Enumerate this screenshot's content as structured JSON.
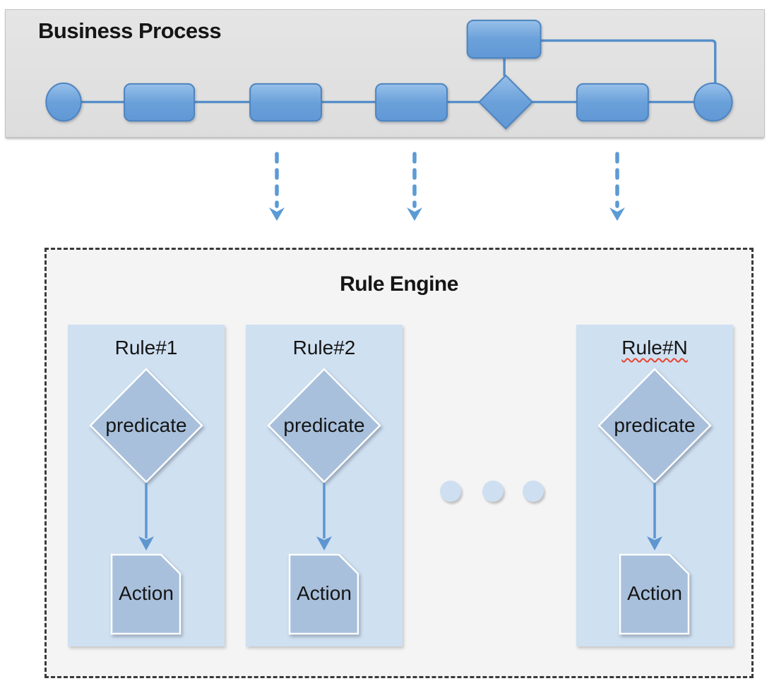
{
  "business_process": {
    "title": "Business Process",
    "flow_shapes": [
      "start-event-circle",
      "task",
      "task",
      "task",
      "decision-diamond",
      "task",
      "end-event-circle"
    ],
    "branch_shape": "task-above-decision"
  },
  "mapping_arrows": {
    "count": 3,
    "style": "dashed-vertical-down"
  },
  "rule_engine": {
    "title": "Rule Engine",
    "ellipsis_dot_count": 3,
    "rules": [
      {
        "title": "Rule#1",
        "predicate_label": "predicate",
        "action_label": "Action",
        "spellcheck_underline": false
      },
      {
        "title": "Rule#2",
        "predicate_label": "predicate",
        "action_label": "Action",
        "spellcheck_underline": false
      },
      {
        "title": "Rule#N",
        "predicate_label": "predicate",
        "action_label": "Action",
        "spellcheck_underline": true
      }
    ]
  },
  "colors": {
    "text": "#151515",
    "bp_bg": "#e0e0e0",
    "bp_border": "#c3c3c3",
    "shape_blue_top": "#97c0ea",
    "shape_blue_bottom": "#6098d6",
    "shape_border": "#4d84c0",
    "connector": "#568fc9",
    "dashed_arrow": "#5b9bd5",
    "engine_bg": "#f4f4f4",
    "engine_border": "#3a3a3a",
    "panel_bg": "#cfe0f1",
    "node_fill": "#a8c0dc",
    "node_border": "#ffffff",
    "dots": "#cfdff2",
    "squiggle": "#e8442e"
  }
}
